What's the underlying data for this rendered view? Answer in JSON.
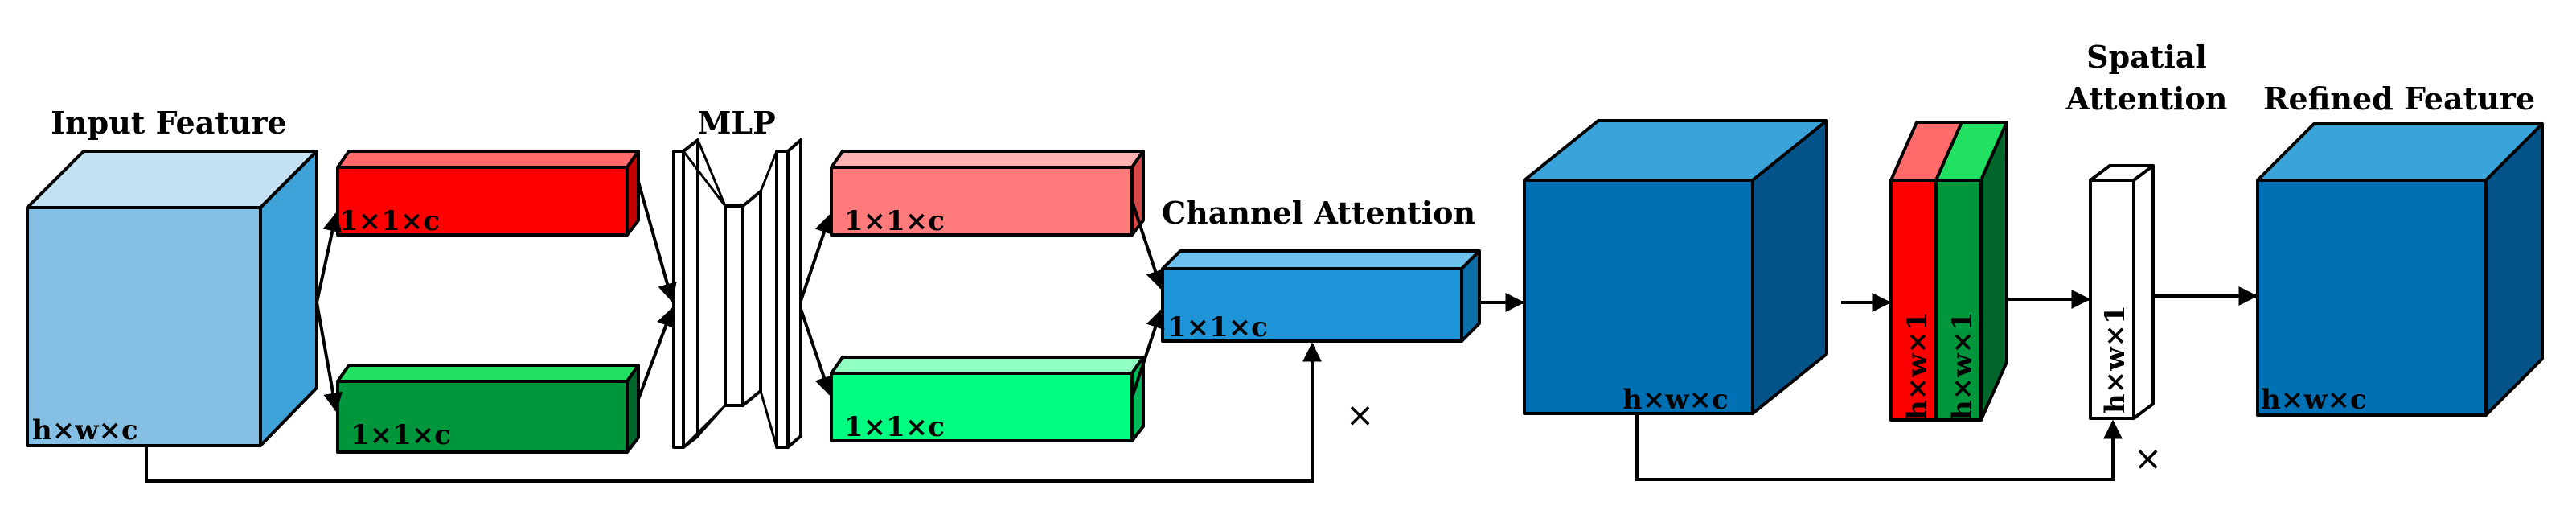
{
  "titles": {
    "input_feature": "Input Feature",
    "mlp": "MLP",
    "channel_attention": "Channel Attention",
    "spatial_attention_line1": "Spatial",
    "spatial_attention_line2": "Attention",
    "refined_feature": "Refined Feature"
  },
  "labels": {
    "input_dims": "h×w×c",
    "maxpool_dims": "1×1×c",
    "avgpool_dims": "1×1×c",
    "mlp_out_top_dims": "1×1×c",
    "mlp_out_bottom_dims": "1×1×c",
    "channel_att_dims": "1×1×c",
    "intermediate_dims": "h×w×c",
    "pool_red_dims": "h×w×1",
    "pool_green_dims": "h×w×1",
    "spatial_att_dims": "h×w×1",
    "refined_dims": "h×w×c"
  },
  "operators": {
    "multiply_channel": "×",
    "multiply_spatial": "×"
  },
  "colors": {
    "input_front": "#85bfe4",
    "input_top": "#c4e1f3",
    "input_side": "#3fa3d9",
    "red_front": "#ff0000",
    "red_top": "#ff6b6b",
    "red_side": "#c40000",
    "green_front": "#00963c",
    "green_top": "#21e062",
    "green_side": "#00662a",
    "pink_front": "#ff7b7b",
    "pink_top": "#ffb0b0",
    "pink_side": "#d84848",
    "mint_front": "#00ff80",
    "mint_top": "#8fffc2",
    "mint_side": "#00b85a",
    "ca_front": "#1d95d8",
    "ca_top": "#6bc0ee",
    "ca_side": "#0b6ea8",
    "blue_front": "#0070b5",
    "blue_top": "#3aa3da",
    "blue_side": "#04548a",
    "white": "#ffffff"
  }
}
